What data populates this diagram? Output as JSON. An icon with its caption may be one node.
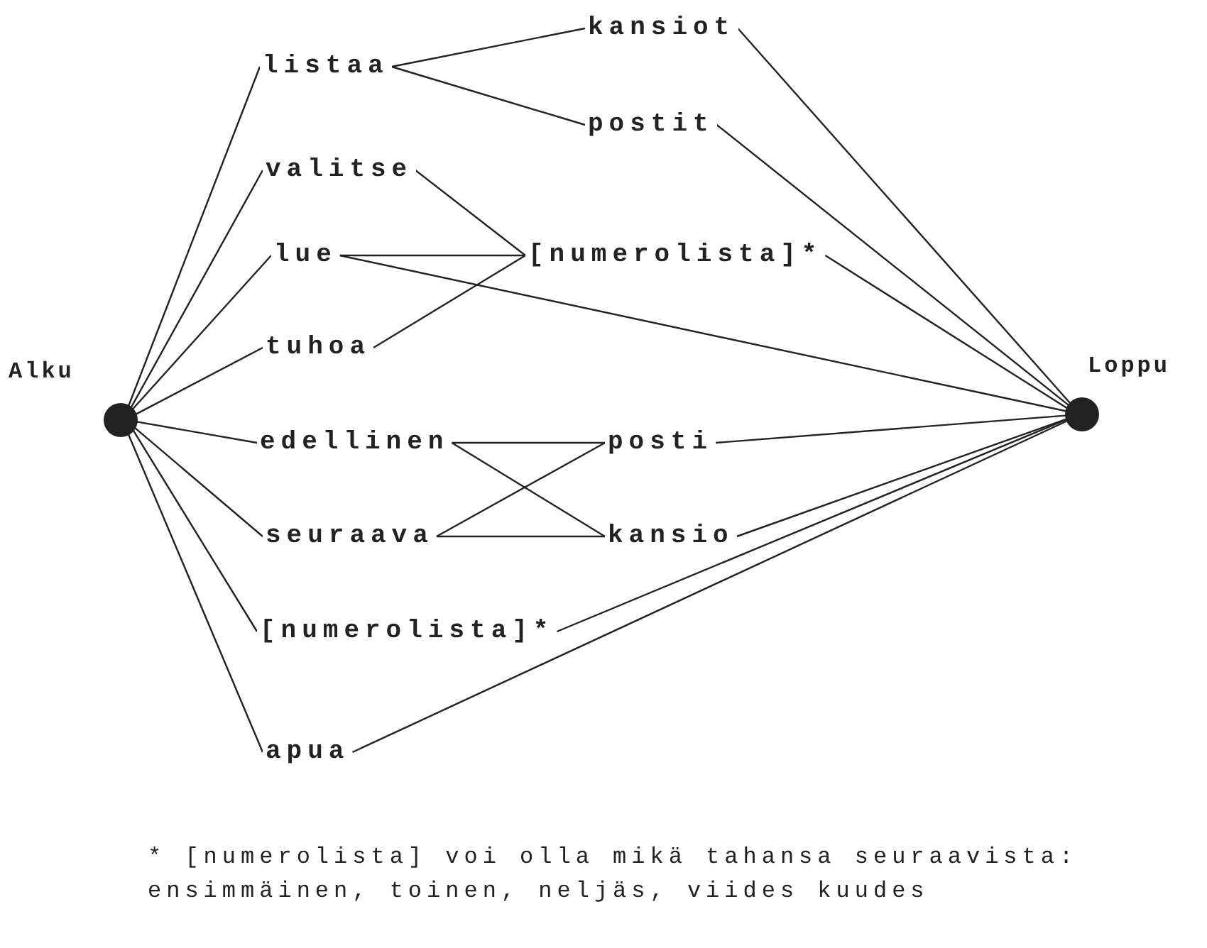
{
  "diagram": {
    "nodes": [
      {
        "text": [],
        "shape": "circle",
        "beside": [
          "Alku"
        ]
      },
      {
        "text": [],
        "shape": "circle",
        "beside": [
          "Loppu"
        ]
      },
      {
        "text": [
          "listaa"
        ]
      },
      {
        "text": [
          "kansiot"
        ]
      },
      {
        "text": [
          "postit"
        ]
      },
      {
        "text": [
          "valitse"
        ]
      },
      {
        "text": [
          "lue"
        ]
      },
      {
        "text": [
          "[numerolista]*"
        ]
      },
      {
        "text": [
          "tuhoa"
        ]
      },
      {
        "text": [
          "edellinen"
        ]
      },
      {
        "text": [
          "posti"
        ]
      },
      {
        "text": [
          "seuraava"
        ]
      },
      {
        "text": [
          "kansio"
        ]
      },
      {
        "text": [
          "[numerolista]*"
        ]
      },
      {
        "text": [
          "apua"
        ]
      }
    ],
    "edges": [
      {
        "from": 0,
        "to": 2,
        "arrow": "none"
      },
      {
        "from": 0,
        "to": 5,
        "arrow": "none"
      },
      {
        "from": 0,
        "to": 6,
        "arrow": "none"
      },
      {
        "from": 0,
        "to": 8,
        "arrow": "none"
      },
      {
        "from": 0,
        "to": 9,
        "arrow": "none"
      },
      {
        "from": 0,
        "to": 11,
        "arrow": "none"
      },
      {
        "from": 0,
        "to": 13,
        "arrow": "none"
      },
      {
        "from": 0,
        "to": 14,
        "arrow": "none"
      },
      {
        "from": 2,
        "to": 3,
        "arrow": "none"
      },
      {
        "from": 2,
        "to": 4,
        "arrow": "none"
      },
      {
        "from": 3,
        "to": 1,
        "arrow": "none"
      },
      {
        "from": 4,
        "to": 1,
        "arrow": "none"
      },
      {
        "from": 5,
        "to": 7,
        "arrow": "none"
      },
      {
        "from": 6,
        "to": 7,
        "arrow": "none"
      },
      {
        "from": 8,
        "to": 7,
        "arrow": "none"
      },
      {
        "from": 7,
        "to": 1,
        "arrow": "none"
      },
      {
        "from": 6,
        "to": 1,
        "arrow": "none"
      },
      {
        "from": 9,
        "to": 10,
        "arrow": "none"
      },
      {
        "from": 9,
        "to": 12,
        "arrow": "none"
      },
      {
        "from": 11,
        "to": 10,
        "arrow": "none"
      },
      {
        "from": 11,
        "to": 12,
        "arrow": "none"
      },
      {
        "from": 10,
        "to": 1,
        "arrow": "none"
      },
      {
        "from": 12,
        "to": 1,
        "arrow": "none"
      },
      {
        "from": 13,
        "to": 1,
        "arrow": "none"
      },
      {
        "from": 14,
        "to": 1,
        "arrow": "none"
      }
    ],
    "labels": [
      "* [numerolista] voi olla mikä tahansa seuraavista: ensimmäinen, toinen, neljäs, viides kuudes"
    ]
  }
}
